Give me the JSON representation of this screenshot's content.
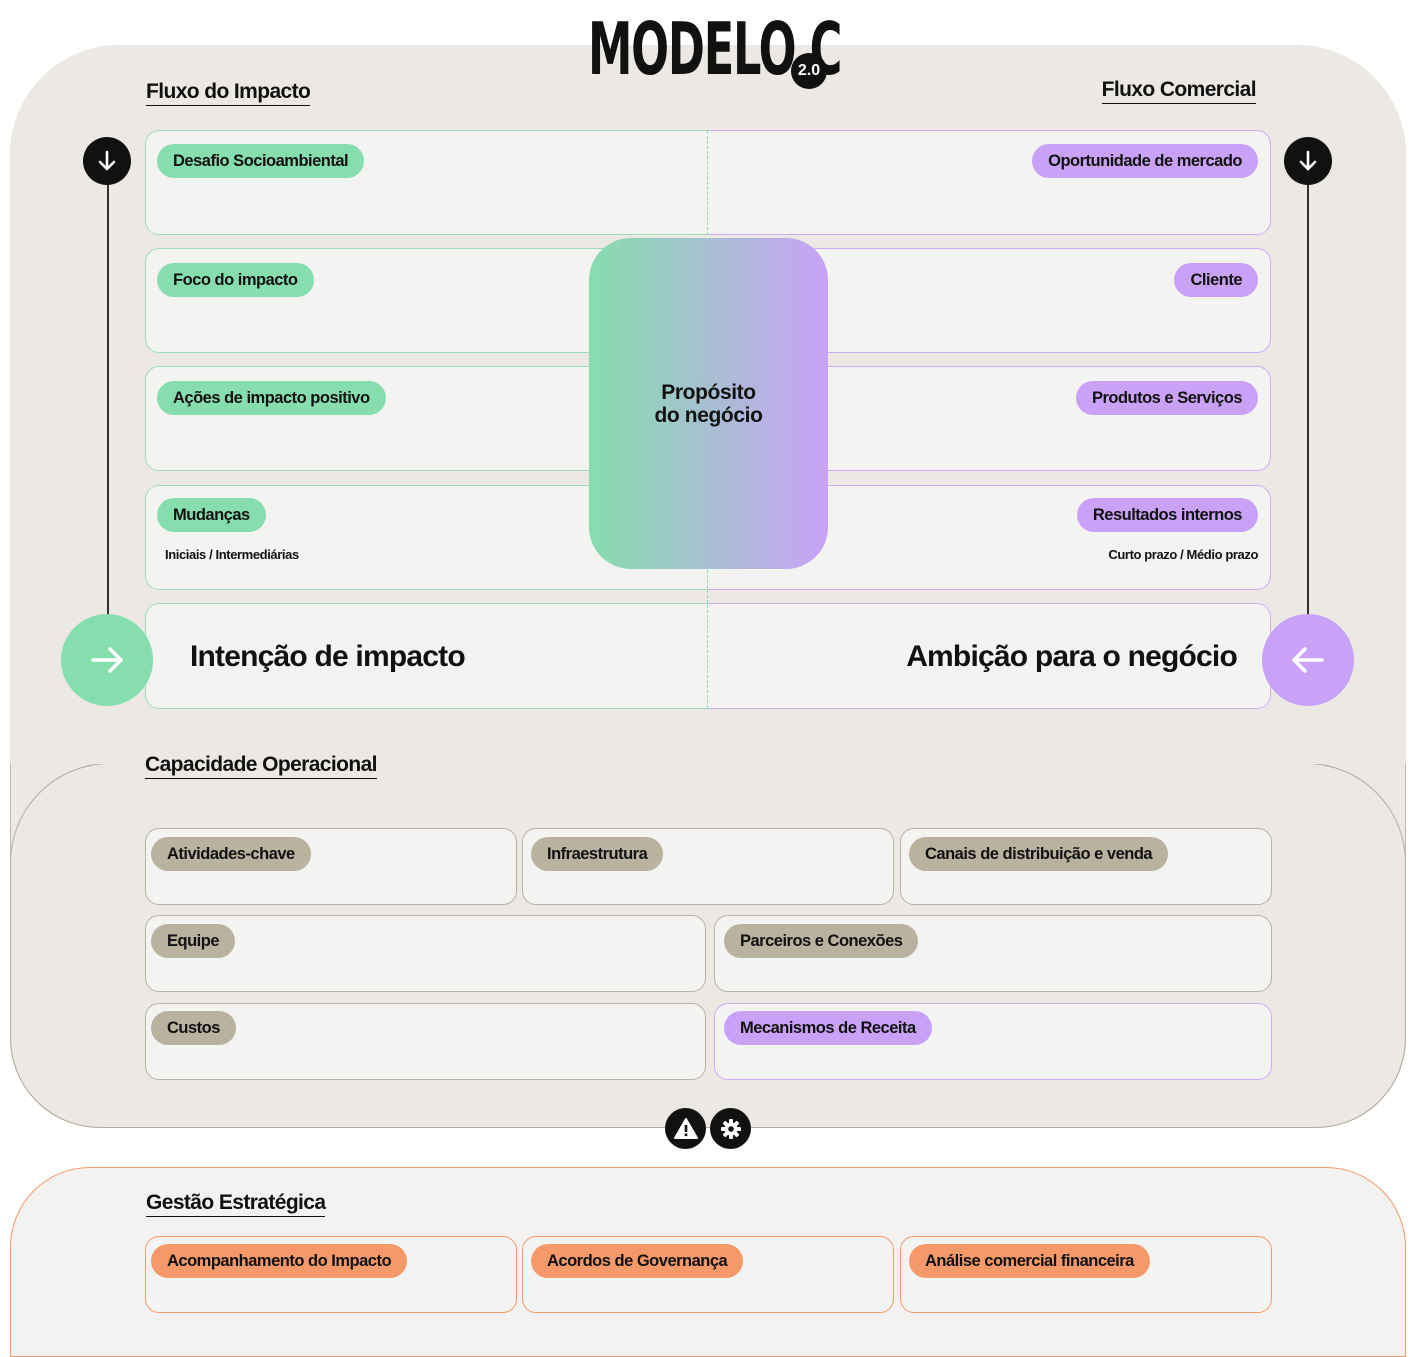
{
  "title": "MODELO C",
  "version": "2.0",
  "flows": {
    "impact_title": "Fluxo do Impacto",
    "commercial_title": "Fluxo Comercial"
  },
  "impact_cards": [
    {
      "label": "Desafio Socioambiental"
    },
    {
      "label": "Foco do impacto"
    },
    {
      "label": "Ações de impacto positivo"
    },
    {
      "label": "Mudanças",
      "sub": "Iniciais / Intermediárias"
    }
  ],
  "commercial_cards": [
    {
      "label": "Oportunidade de mercado"
    },
    {
      "label": "Cliente"
    },
    {
      "label": "Produtos e Serviços"
    },
    {
      "label": "Resultados internos",
      "sub": "Curto prazo / Médio prazo"
    }
  ],
  "center": {
    "line1": "Propósito",
    "line2": "do negócio"
  },
  "intention": "Intenção de impacto",
  "ambition": "Ambição para o negócio",
  "operational": {
    "title": "Capacidade Operacional",
    "items": [
      "Atividades-chave",
      "Infraestrutura",
      "Canais de distribuição e venda",
      "Equipe",
      "Parceiros e Conexões",
      "Custos",
      "Mecanismos de Receita"
    ]
  },
  "strategic": {
    "title": "Gestão Estratégica",
    "items": [
      "Acompanhamento do Impacto",
      "Acordos de Governança",
      "Análise comercial financeira"
    ]
  },
  "icons": {
    "arrow_down_left": "arrow-down-icon",
    "arrow_down_right": "arrow-down-icon",
    "arrow_right": "arrow-right-icon",
    "arrow_left": "arrow-left-icon",
    "warning": "warning-icon",
    "gear": "gear-icon"
  },
  "colors": {
    "impact_green": "#86ddad",
    "commercial_purple": "#c9a2f7",
    "operational_taupe": "#b8b29f",
    "strategic_orange": "#f6996a",
    "background": "#ece9e5"
  }
}
